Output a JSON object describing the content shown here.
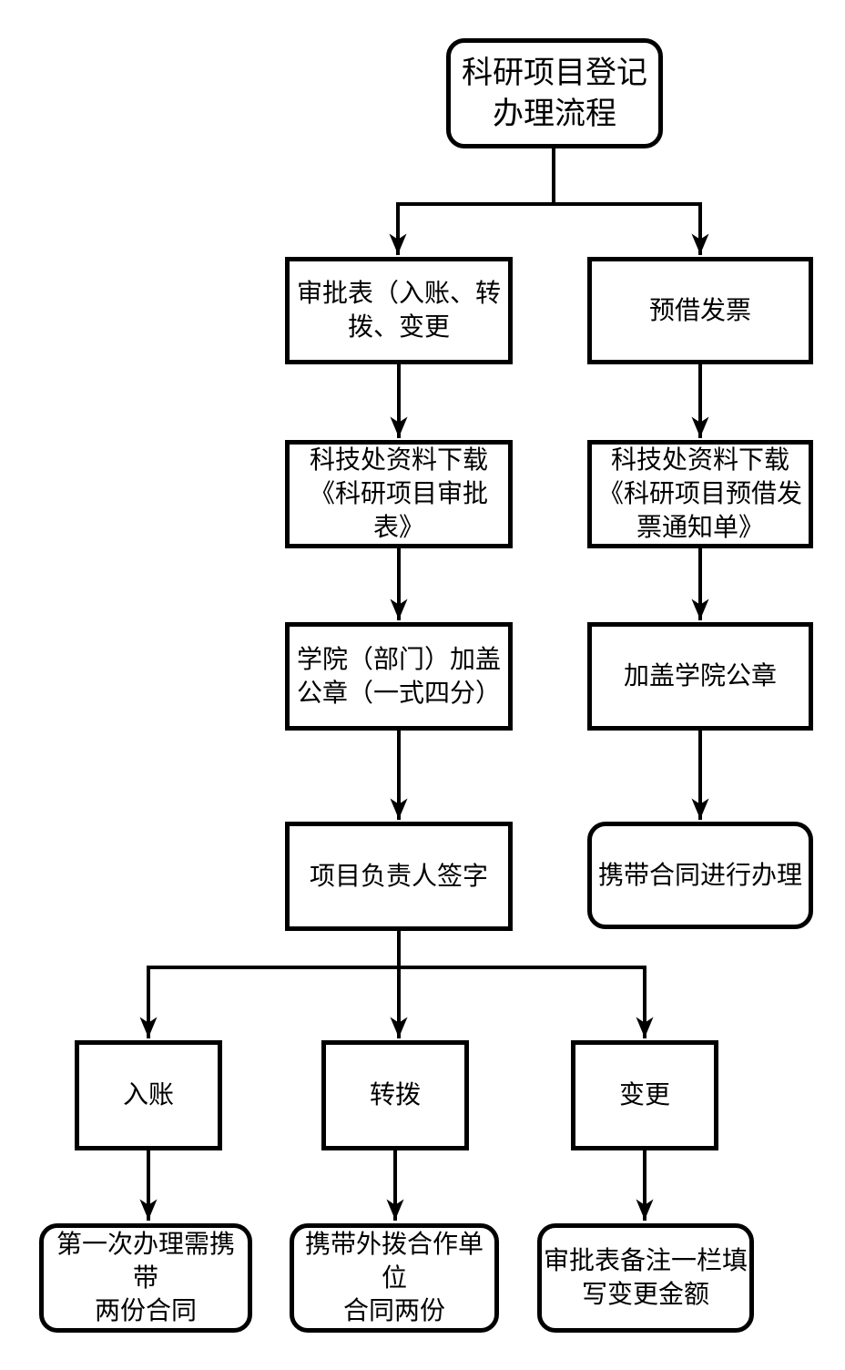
{
  "colors": {
    "stroke": "#000000",
    "background": "#ffffff"
  },
  "diagram": {
    "title_node": {
      "label": "科研项目登记\n办理流程"
    },
    "nodes": {
      "approval_form": {
        "label": "审批表（入账、转\n拨、变更"
      },
      "invoice": {
        "label": "预借发票"
      },
      "download_approval": {
        "label": "科技处资料下载\n《科研项目审批\n表》"
      },
      "download_invoice": {
        "label": "科技处资料下载\n《科研项目预借发\n票通知单》"
      },
      "seal_department": {
        "label": "学院（部门）加盖\n公章（一式四分）"
      },
      "seal_college": {
        "label": "加盖学院公章"
      },
      "pi_signature": {
        "label": "项目负责人签字"
      },
      "bring_contract": {
        "label": "携带合同进行办理"
      },
      "entry": {
        "label": "入账"
      },
      "transfer": {
        "label": "转拨"
      },
      "change": {
        "label": "变更"
      },
      "entry_note": {
        "label": "第一次办理需携带\n两份合同"
      },
      "transfer_note": {
        "label": "携带外拨合作单位\n合同两份"
      },
      "change_note": {
        "label": "审批表备注一栏填\n写变更金额"
      }
    }
  }
}
